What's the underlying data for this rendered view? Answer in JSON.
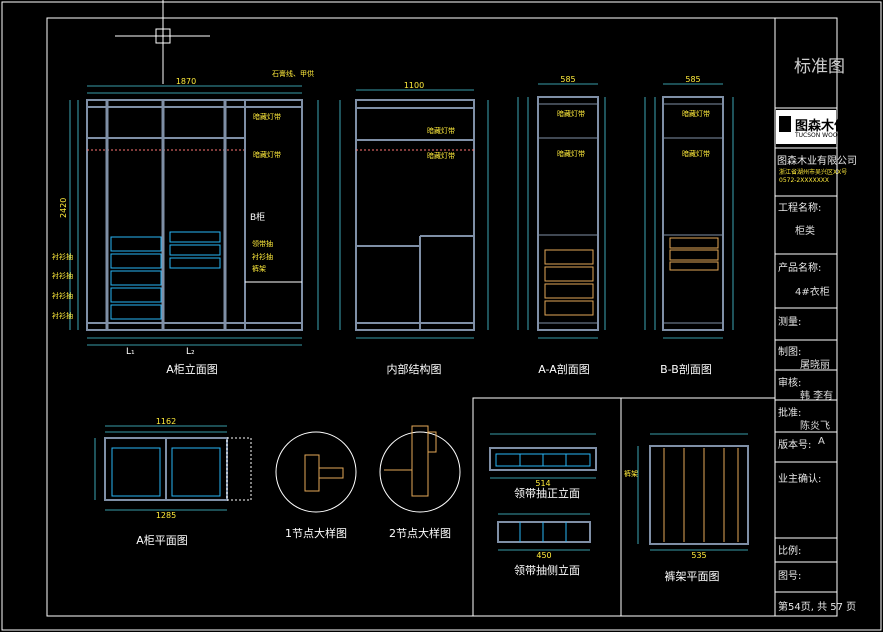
{
  "colors": {
    "background": "#000000",
    "line": "#ffffff",
    "dimension": "#4dd0e1",
    "dimension_text": "#ffeb3b",
    "cabinet": "#7f8fa6",
    "drawer": "#e3a857",
    "cyan": "#29b6f6"
  },
  "titleblock": {
    "header": "标准图",
    "brand": "图森木作",
    "brand_en": "TUCSON WOOD",
    "company": "图森木业有限公司",
    "address": "浙江省湖州市吴兴区XX号",
    "phone": "0572-2XXXXXXX",
    "project_label": "工程名称:",
    "project_value": "柜类",
    "product_label": "产品名称:",
    "product_value": "4#衣柜",
    "survey_label": "测量:",
    "drafter_label": "制图:",
    "drafter_value": "屠晓丽",
    "review_label": "审核:",
    "review_value": "韩 李有",
    "approve_label": "批准:",
    "approve_value": "陈炎飞",
    "version_label": "版本号:",
    "version_value": "A",
    "owner_label": "业主确认:",
    "scale_label": "比例:",
    "drawing_no_label": "图号:",
    "page": "第54页, 共 57 页"
  },
  "views": {
    "a_elevation": "A柜立面图",
    "internal": "内部结构图",
    "aa_section": "A-A剖面图",
    "bb_section": "B-B剖面图",
    "a_plan": "A柜平面图",
    "node1": "1节点大样图",
    "node2": "2节点大样图",
    "tie_front": "领带抽正立面",
    "tie_side": "领带抽侧立面",
    "pants_plan": "裤架平面图"
  },
  "annotations": {
    "cap_board": "石膏线、甲供",
    "dark_light": "暗藏灯带",
    "tie_drawer": "领带抽",
    "shirt_drawer": "衬衫抽",
    "pants_rack": "裤架",
    "b_cabinet": "B柜",
    "l1": "L₁",
    "l2": "L₂"
  },
  "dims": {
    "a_width": "1870",
    "a_height": "2420",
    "internal_width": "1100",
    "aa_width": "585",
    "bb_width": "585",
    "a_plan_top": "1162",
    "a_plan_bottom": "1285",
    "tie_width": "514",
    "tie_side_width": "450",
    "pants_width": "535"
  }
}
